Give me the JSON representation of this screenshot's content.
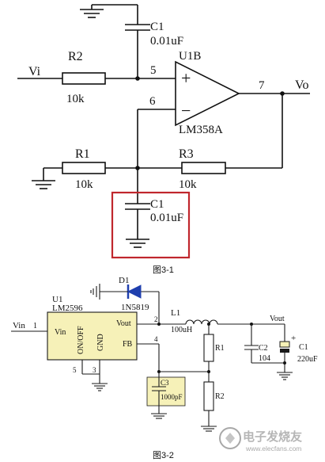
{
  "figure1": {
    "caption": "图3-1",
    "opamp": {
      "ref": "U1B",
      "part": "LM358A",
      "pin_noninv": "5",
      "pin_inv": "6",
      "pin_out": "7",
      "plus": "+",
      "minus": "−"
    },
    "input_label": "Vi",
    "output_label": "Vo",
    "r2": {
      "ref": "R2",
      "value": "10k"
    },
    "r1": {
      "ref": "R1",
      "value": "10k"
    },
    "r3": {
      "ref": "R3",
      "value": "10k"
    },
    "c1_top": {
      "ref": "C1",
      "value": "0.01uF"
    },
    "c1_bottom": {
      "ref": "C1",
      "value": "0.01uF"
    },
    "highlight_color": "#c0272d"
  },
  "figure2": {
    "caption": "图3-2",
    "u1": {
      "ref": "U1",
      "part": "LM2596",
      "pin_vin": "Vin",
      "pin_vout": "Vout",
      "pin_fb": "FB",
      "pin_onoff": "ON/OFF",
      "pin_gnd": "GND"
    },
    "vin_label": "Vin",
    "vin_pin": "1",
    "pin2": "2",
    "pin3": "3",
    "pin4": "4",
    "pin5": "5",
    "d1": {
      "ref": "D1",
      "part": "1N5819"
    },
    "l1": {
      "ref": "L1",
      "value": "100uH"
    },
    "r1": {
      "ref": "R1"
    },
    "r2": {
      "ref": "R2"
    },
    "c2": {
      "ref": "C2",
      "value": "104"
    },
    "c1": {
      "ref": "C1",
      "value": "220uF",
      "plus": "+"
    },
    "c3": {
      "ref": "C3",
      "value": "1000pF"
    },
    "vout_label": "Vout",
    "body_color": "#f6f1b8",
    "diode_color": "#1f3fae"
  },
  "watermark": {
    "line1": "电子发烧友",
    "line2": "www.elecfans.com"
  }
}
